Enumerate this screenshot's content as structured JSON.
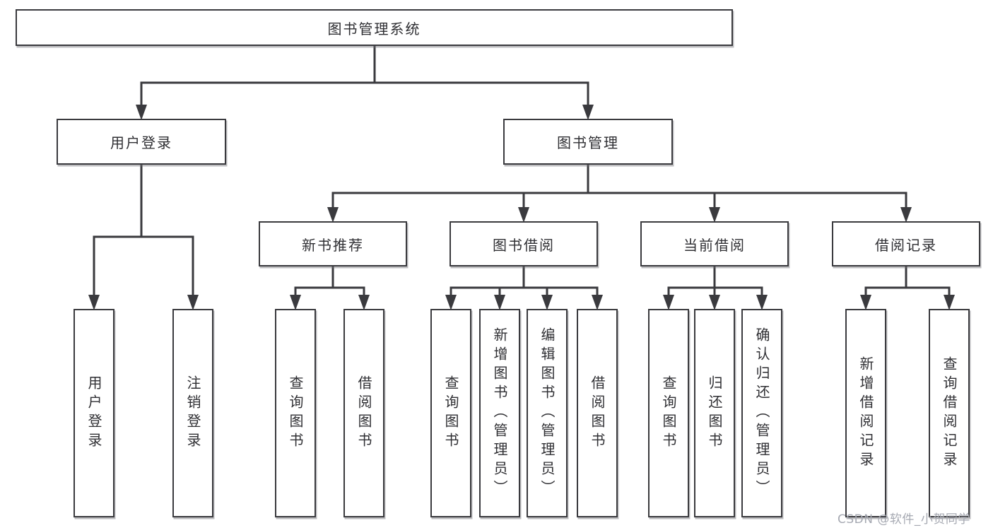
{
  "diagram": {
    "root": {
      "label": "图书管理系统"
    },
    "branches": [
      {
        "label": "用户登录",
        "children": [
          {
            "label": "用户登录"
          },
          {
            "label": "注销登录"
          }
        ]
      },
      {
        "label": "图书管理",
        "children": [
          {
            "label": "新书推荐",
            "children": [
              {
                "label": "查询图书"
              },
              {
                "label": "借阅图书"
              }
            ]
          },
          {
            "label": "图书借阅",
            "children": [
              {
                "label": "查询图书"
              },
              {
                "label": "新增图书（管理员）"
              },
              {
                "label": "编辑图书（管理员）"
              },
              {
                "label": "借阅图书"
              }
            ]
          },
          {
            "label": "当前借阅",
            "children": [
              {
                "label": "查询图书"
              },
              {
                "label": "归还图书"
              },
              {
                "label": "确认归还（管理员）"
              }
            ]
          },
          {
            "label": "借阅记录",
            "children": [
              {
                "label": "新增借阅记录"
              },
              {
                "label": "查询借阅记录"
              }
            ]
          }
        ]
      }
    ]
  },
  "watermark": "CSDN @软件_小贺同学",
  "colors": {
    "line": "#3a3a3e",
    "text": "#2f2f33",
    "watermark": "#a6a9b2"
  }
}
